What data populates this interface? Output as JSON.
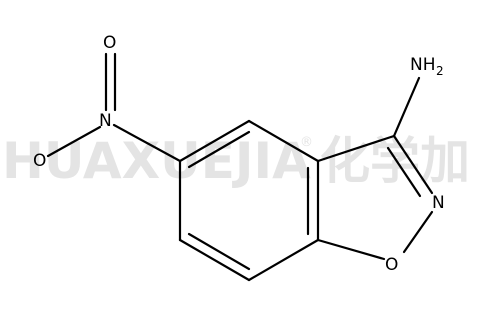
{
  "watermark": {
    "text": "HUAXUEJIA",
    "registered": "®",
    "chinese": "化学加"
  },
  "molecule": {
    "atoms": {
      "amine": {
        "main": "NH",
        "sub": "2"
      },
      "ring_n": "N",
      "ring_o": "O",
      "nitro_n": "N",
      "nitro_o_top": "O",
      "nitro_o_left": "O"
    }
  }
}
